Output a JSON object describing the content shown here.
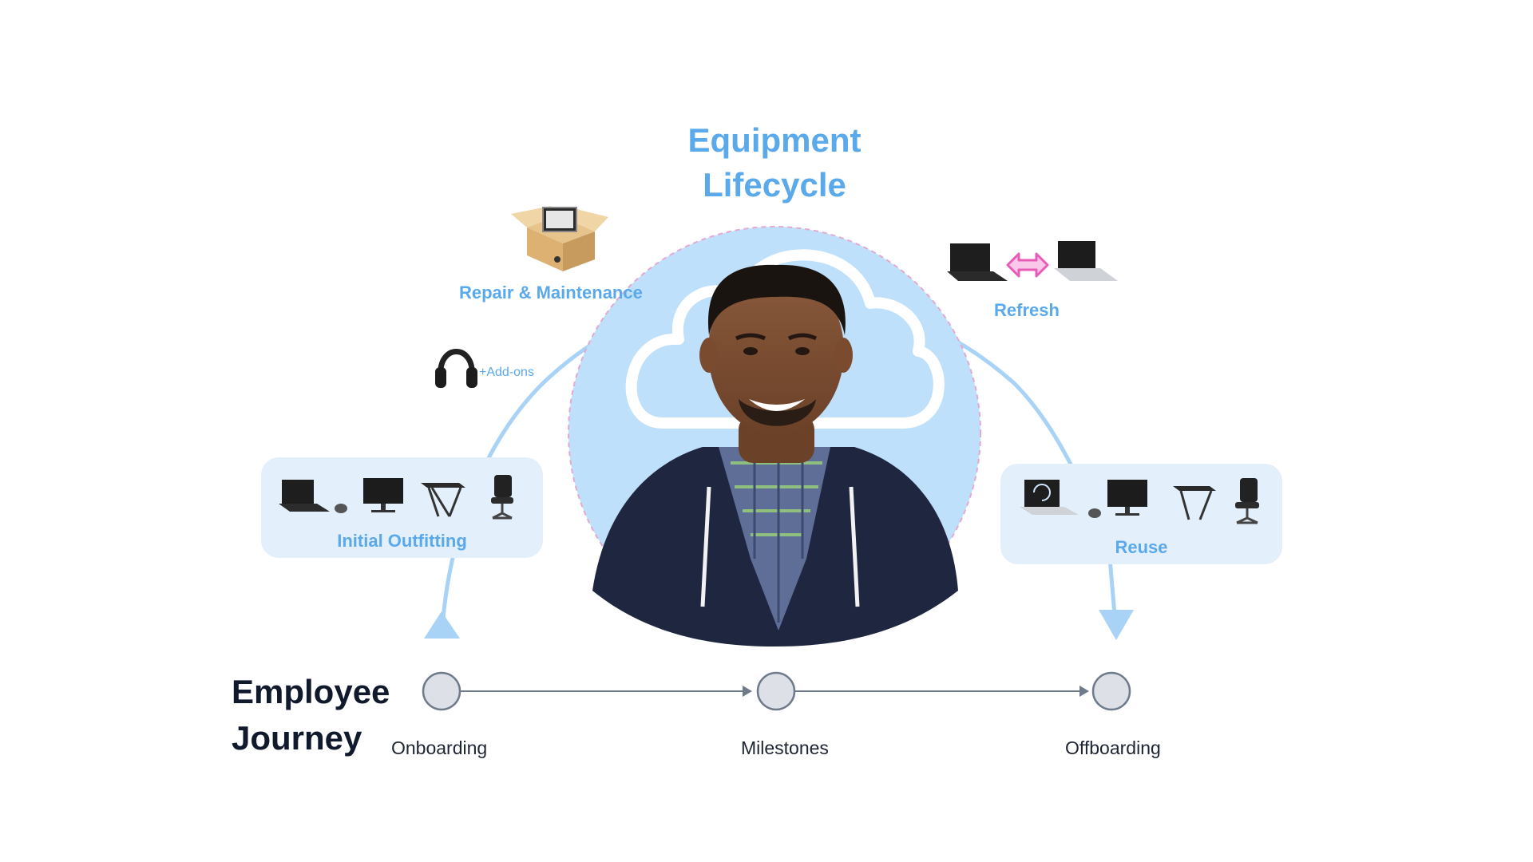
{
  "diagram": {
    "title_line1": "Equipment",
    "title_line2": "Lifecycle",
    "stages": {
      "repair": "Repair & Maintenance",
      "refresh": "Refresh",
      "addons": "+Add-ons",
      "initial": "Initial Outfitting",
      "reuse": "Reuse"
    },
    "journey": {
      "title_line1": "Employee",
      "title_line2": "Journey",
      "milestones": [
        "Onboarding",
        "Milestones",
        "Offboarding"
      ]
    },
    "icons": {
      "repair": "laptop-in-box-icon",
      "refresh_swap": "double-arrow-icon",
      "addons": "headphones-icon",
      "outfitting": [
        "laptop-icon",
        "mouse-icon",
        "monitor-icon",
        "desk-icon",
        "office-chair-icon"
      ],
      "reuse": [
        "refurbished-laptop-icon",
        "mouse-icon",
        "monitor-icon",
        "desk-icon",
        "office-chair-icon"
      ]
    },
    "colors": {
      "accent": "#5aa9ea",
      "arc": "#a9d3f6",
      "card": "#e3f0fc",
      "circle": "#bfe0fb",
      "swap": "#e85cb8",
      "timeline": "#6f7a8a",
      "node": "#dde1e7",
      "dark_text": "#111a2c"
    }
  }
}
